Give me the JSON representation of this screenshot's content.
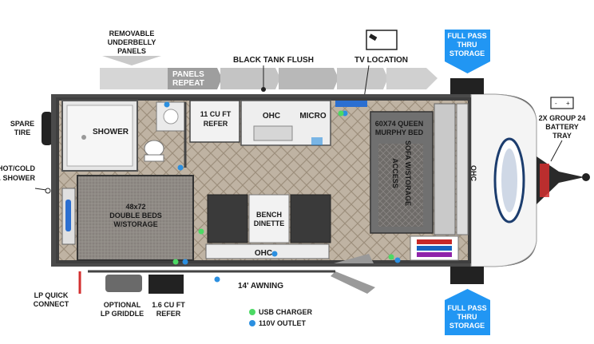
{
  "labels": {
    "removable_underbelly": [
      "REMOVABLE",
      "UNDERBELLY",
      "PANELS"
    ],
    "panels_repeat": [
      "PANELS",
      "REPEAT"
    ],
    "black_tank_flush": "BLACK TANK FLUSH",
    "tv_location": "TV LOCATION",
    "full_pass_top": [
      "FULL PASS",
      "THRU",
      "STORAGE"
    ],
    "full_pass_bottom": [
      "FULL PASS",
      "THRU",
      "STORAGE"
    ],
    "battery_tray": [
      "2X GROUP 24",
      "BATTERY",
      "TRAY"
    ],
    "spare_tire": [
      "SPARE",
      "TIRE"
    ],
    "hot_cold_shower": [
      "HOT/COLD",
      "EXT. SHOWER"
    ],
    "shower": "SHOWER",
    "refer_11": [
      "11 CU FT",
      "REFER"
    ],
    "ohc_top": "OHC",
    "micro": "MICRO",
    "murphy_bed": [
      "60X74 QUEEN",
      "MURPHY BED"
    ],
    "sofa": [
      "SOFA W/STORAGE",
      "ACCESS"
    ],
    "ohc_front": "OHC",
    "double_beds": [
      "48x72",
      "DOUBLE BEDS",
      "W/STORAGE"
    ],
    "bench_dinette": [
      "BENCH",
      "DINETTE"
    ],
    "ohc_bottom": "OHC",
    "awning": "14' AWNING",
    "lp_quick_connect": [
      "LP QUICK",
      "CONNECT"
    ],
    "optional_lp_griddle": [
      "OPTIONAL",
      "LP GRIDDLE"
    ],
    "refer_16": [
      "1.6 CU FT",
      "REFER"
    ]
  },
  "legend": {
    "usb_charger": "USB CHARGER",
    "outlet_110v": "110V OUTLET"
  },
  "colors": {
    "usb_dot": "#4cd964",
    "outlet_dot": "#2b8fe0",
    "storage_arrow": "#2196f3",
    "panel_gray": "#bdbdbd",
    "wall": "#3a3a3a",
    "carpet": "#8e8a86",
    "wood": "#b8aa98"
  },
  "icons": {
    "tv": "tv-icon",
    "battery": "battery-icon"
  }
}
